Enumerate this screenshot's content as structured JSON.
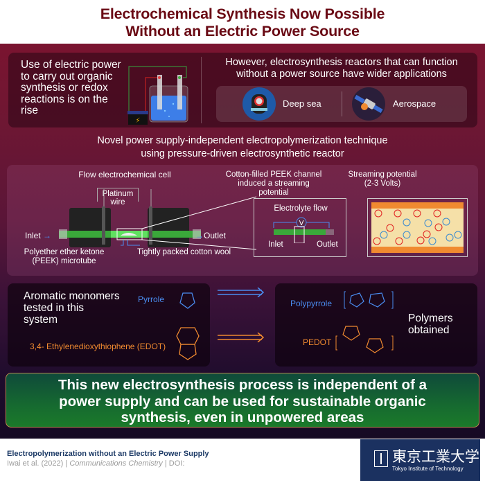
{
  "header": {
    "title_line1": "Electrochemical Synthesis Now Possible",
    "title_line2": "Without an Electric Power Source"
  },
  "intro": {
    "left_text": "Use of electric power to carry out organic synthesis or redox reactions is on the rise",
    "right_text_line1": "However, electrosynthesis reactors that can function",
    "right_text_line2": "without a power source have wider applications",
    "applications": [
      {
        "label": "Deep sea",
        "icon": "diving-helmet-icon"
      },
      {
        "label": "Aerospace",
        "icon": "satellite-icon"
      }
    ]
  },
  "technique": {
    "line1": "Novel power supply-independent electropolymerization technique",
    "line2": "using pressure-driven electrosynthetic reactor"
  },
  "cell_diagram": {
    "flow_cell_title": "Flow electrochemical cell",
    "platinum_line1": "Platinum",
    "platinum_line2": "wire",
    "inlet": "Inlet",
    "outlet": "Outlet",
    "peek_line1": "Polyether ether ketone",
    "peek_line2": "(PEEK) microtube",
    "cotton": "Tightly packed cotton wool",
    "channel_title_line1": "Cotton-filled PEEK channel",
    "channel_title_line2": "induced a streaming potential",
    "electrolyte_flow": "Electrolyte flow",
    "voltmeter": "V",
    "small_inlet": "Inlet",
    "small_outlet": "Outlet",
    "streaming_title_line1": "Streaming potential",
    "streaming_title_line2": "(2-3 Volts)"
  },
  "monomers": {
    "title": "Aromatic monomers tested in this system",
    "pyrrole": "Pyrrole",
    "edot": "3,4- Ethylenedioxythiophene (EDOT)"
  },
  "polymers": {
    "title": "Polymers obtained",
    "polypyrrole": "Polypyrrole",
    "pedot": "PEDOT"
  },
  "conclusion": {
    "line1": "This new electrosynthesis process is independent of a",
    "line2": "power supply and can be used for sustainable organic",
    "line3": "synthesis, even in unpowered areas"
  },
  "footer": {
    "title": "Electropolymerization without an Electric Power Supply",
    "authors": "Iwai et al. (2022)",
    "journal": "Communications Chemistry",
    "doi": "DOI:",
    "logo_jp": "東京工業大学",
    "logo_en": "Tokyo Institute of Technology"
  },
  "colors": {
    "title": "#6a0a14",
    "blue": "#4a8cf0",
    "orange": "#f08a30",
    "green_banner": "#166a30",
    "logo_bg": "#1b3160"
  }
}
